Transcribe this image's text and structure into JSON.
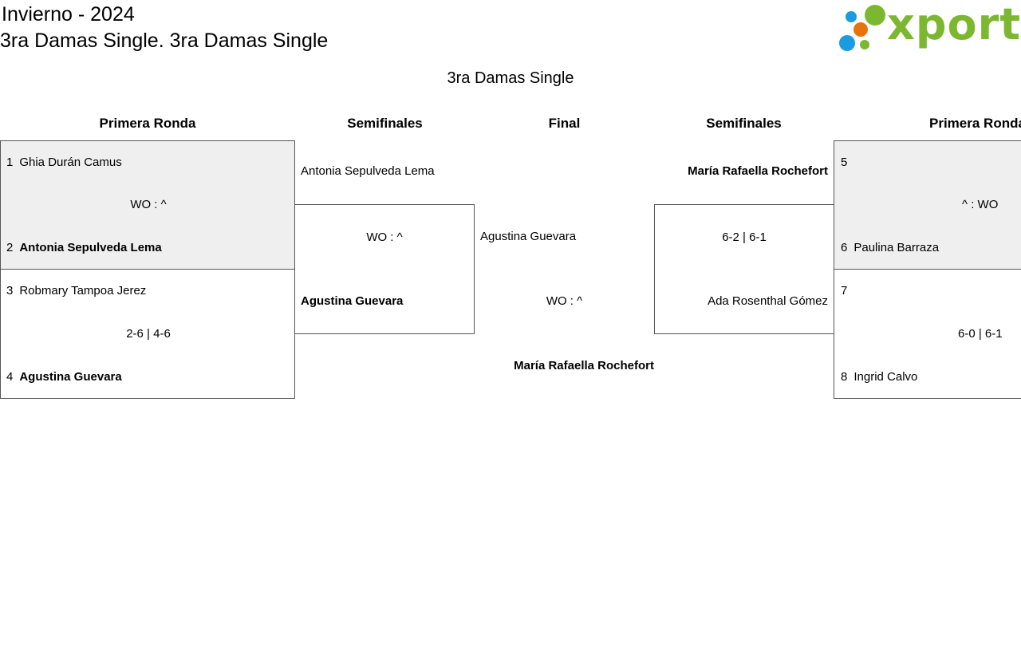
{
  "header": {
    "season": "Invierno - 2024",
    "category": "3ra Damas Single. 3ra Damas Single"
  },
  "logo": {
    "text": "xporty",
    "colors": {
      "green": "#7cb82f",
      "blue": "#1b9ce0",
      "orange": "#e8720c"
    }
  },
  "draw_title": "3ra Damas Single",
  "rounds": {
    "left_first": "Primera Ronda",
    "left_semi": "Semifinales",
    "final": "Final",
    "right_semi": "Semifinales",
    "right_first": "Primera Ronda"
  },
  "left_first_round": [
    {
      "p1_seed": "1",
      "p1_name": "Ghia Durán Camus",
      "score": "WO : ^",
      "p2_seed": "2",
      "p2_name": "Antonia Sepulveda Lema"
    },
    {
      "p1_seed": "3",
      "p1_name": "Robmary Tampoa Jerez",
      "score": "2-6 | 4-6",
      "p2_seed": "4",
      "p2_name": "Agustina Guevara"
    }
  ],
  "left_semi": {
    "p1_name": "Antonia Sepulveda Lema",
    "score": "WO : ^",
    "p2_name": "Agustina Guevara"
  },
  "final": {
    "p1_name": "Agustina Guevara",
    "score": "WO : ^",
    "winner": "María Rafaella Rochefort"
  },
  "right_semi": {
    "p1_name": "María Rafaella Rochefort",
    "score": "6-2 | 6-1",
    "p2_name": "Ada Rosenthal Gómez"
  },
  "right_first_round": [
    {
      "p1_seed": "5",
      "p1_name": "",
      "score": "^ : WO",
      "p2_seed": "6",
      "p2_name": "Paulina Barraza"
    },
    {
      "p1_seed": "7",
      "p1_name": "",
      "score": "6-0 | 6-1",
      "p2_seed": "8",
      "p2_name": "Ingrid Calvo"
    }
  ]
}
